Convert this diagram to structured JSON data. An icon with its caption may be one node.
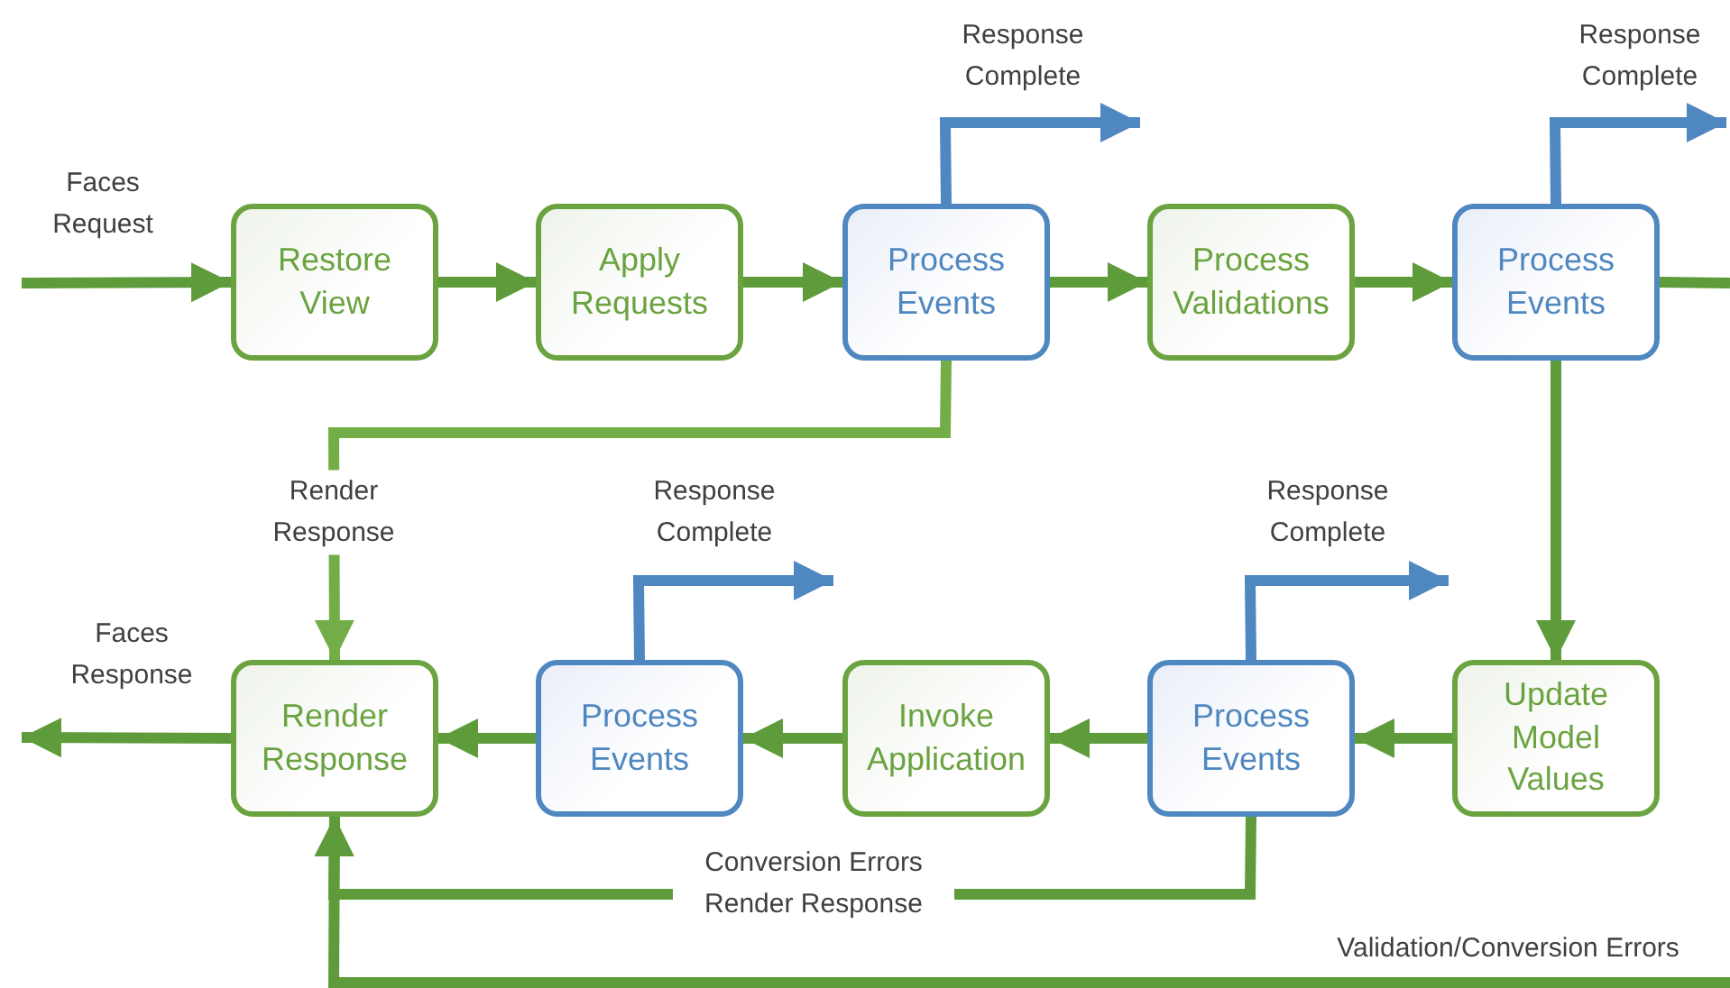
{
  "diagram": {
    "nodes": [
      {
        "text": [
          "Restore View"
        ]
      },
      {
        "text": [
          "Apply Requests"
        ]
      },
      {
        "text": [
          "Process Events"
        ]
      },
      {
        "text": [
          "Process Validations"
        ]
      },
      {
        "text": [
          "Process Events"
        ]
      },
      {
        "text": [
          "Render Response"
        ]
      },
      {
        "text": [
          "Process Events"
        ]
      },
      {
        "text": [
          "Invoke Application"
        ]
      },
      {
        "text": [
          "Process Events"
        ]
      },
      {
        "text": [
          "Update Model Values"
        ]
      }
    ],
    "edges": [
      {
        "from": null,
        "to": 0,
        "arrow": "to",
        "label": "Faces Request"
      },
      {
        "from": 0,
        "to": 1,
        "arrow": "to"
      },
      {
        "from": 1,
        "to": 2,
        "arrow": "to"
      },
      {
        "from": 2,
        "to": 3,
        "arrow": "to"
      },
      {
        "from": 3,
        "to": 4,
        "arrow": "to"
      },
      {
        "from": 4,
        "to": null,
        "arrow": "none"
      },
      {
        "from": 2,
        "to": null,
        "arrow": "to",
        "label": "Response Complete",
        "color": "#4f87c0"
      },
      {
        "from": 4,
        "to": null,
        "arrow": "to",
        "label": "Response Complete",
        "color": "#4f87c0"
      },
      {
        "from": 2,
        "to": 5,
        "arrow": "to",
        "label": "Render Response",
        "color": "#72ad47"
      },
      {
        "from": 4,
        "to": 9,
        "arrow": "to"
      },
      {
        "from": 9,
        "to": 8,
        "arrow": "to"
      },
      {
        "from": 8,
        "to": 7,
        "arrow": "to"
      },
      {
        "from": 7,
        "to": 6,
        "arrow": "to"
      },
      {
        "from": 6,
        "to": 5,
        "arrow": "to"
      },
      {
        "from": 5,
        "to": null,
        "arrow": "to",
        "label": "Faces Response"
      },
      {
        "from": 6,
        "to": null,
        "arrow": "to",
        "label": "Response Complete",
        "color": "#4f87c0"
      },
      {
        "from": 8,
        "to": null,
        "arrow": "to",
        "label": "Response Complete",
        "color": "#4f87c0"
      },
      {
        "from": 8,
        "to": 5,
        "arrow": "to",
        "label": "Conversion Errors Render Response"
      },
      {
        "from": null,
        "to": 5,
        "arrow": "to",
        "label": "Validation/Conversion Errors"
      }
    ]
  }
}
